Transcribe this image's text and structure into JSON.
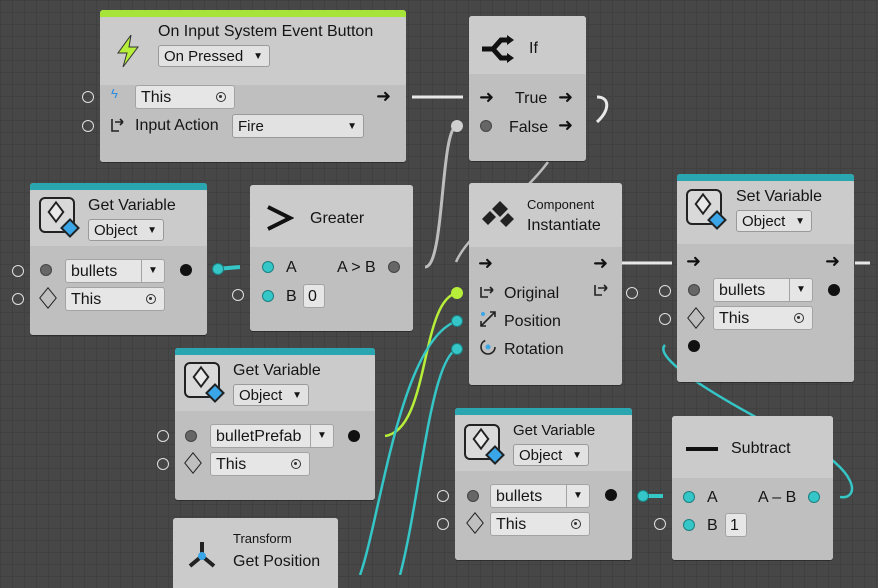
{
  "nodes": {
    "on_input": {
      "title": "On Input System Event Button",
      "mode": "On Pressed",
      "target_field": "This",
      "input_action_label": "Input Action",
      "input_action_value": "Fire",
      "strip_color": "#a6e43a"
    },
    "if_node": {
      "title": "If",
      "true_label": "True",
      "false_label": "False"
    },
    "get_var_1": {
      "title": "Get Variable",
      "kind": "Object",
      "name": "bullets",
      "target": "This"
    },
    "greater": {
      "title": "Greater",
      "a_label": "A",
      "b_label": "B",
      "b_value": "0",
      "result_label": "A > B"
    },
    "instantiate": {
      "kicker": "Component",
      "title": "Instantiate",
      "original_label": "Original",
      "position_label": "Position",
      "rotation_label": "Rotation"
    },
    "set_var": {
      "title": "Set Variable",
      "kind": "Object",
      "name": "bullets",
      "target": "This"
    },
    "get_var_prefab": {
      "title": "Get Variable",
      "kind": "Object",
      "name": "bulletPrefab",
      "target": "This"
    },
    "get_var_3": {
      "title": "Get Variable",
      "kind": "Object",
      "name": "bullets",
      "target": "This"
    },
    "subtract": {
      "title": "Subtract",
      "a_label": "A",
      "b_label": "B",
      "b_value": "1",
      "result_label": "A – B"
    },
    "transform": {
      "kicker": "Transform",
      "title": "Get Position"
    }
  },
  "colors": {
    "object_strip": "#2aa6b0",
    "flow_wire": "#e8e8e8",
    "object_wire": "#35c6c8",
    "vector_wire": "#35c6c8",
    "prefab_wire": "#b6ee3a"
  }
}
